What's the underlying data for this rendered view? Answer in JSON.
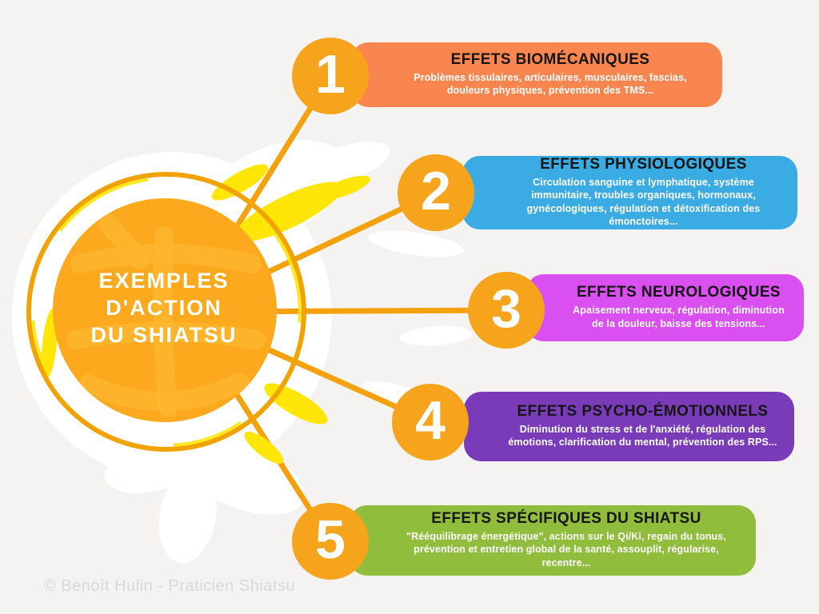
{
  "center": {
    "title_lines": [
      "EXEMPLES",
      "D'ACTION",
      "DU SHIATSU"
    ],
    "title_full": "EXEMPLES D'ACTION DU SHIATSU"
  },
  "items": [
    {
      "number": "1",
      "title": "EFFETS BIOMÉCANIQUES",
      "description": "Problèmes tissulaires, articulaires, musculaires, fascias, douleurs physiques, prévention des TMS...",
      "color": "#F9854F"
    },
    {
      "number": "2",
      "title": "EFFETS PHYSIOLOGIQUES",
      "description": "Circulation sanguine et lymphatique, système immunitaire, troubles organiques, hormonaux, gynécologiques, régulation et détoxification des émonctoires...",
      "color": "#3BACE3"
    },
    {
      "number": "3",
      "title": "EFFETS NEUROLOGIQUES",
      "description": "Apaisement nerveux, régulation, diminution de la douleur, baisse des tensions...",
      "color": "#D94FEF"
    },
    {
      "number": "4",
      "title": "EFFETS PSYCHO-ÉMOTIONNELS",
      "description": "Diminution du stress et de l'anxiété, régulation des émotions, clarification du mental, prévention des RPS...",
      "color": "#7A3BB8"
    },
    {
      "number": "5",
      "title": "EFFETS SPÉCIFIQUES DU SHIATSU",
      "description": "\"Rééquilibrage énergétique\", actions sur le Qi/Ki, regain du tonus, prévention et entretien global de la santé, assouplit, régularise, recentre...",
      "color": "#90BD3B"
    }
  ],
  "footer": {
    "copyright": "© Benoît Hulin - Praticien Shiatsu"
  },
  "colors": {
    "background": "#F4F3F1",
    "accent_orange": "#F7A41D",
    "line_orange": "#F3A20D",
    "ring_orange": "#F2A202",
    "disc_orange": "#FCA91E",
    "disc_stroke_light": "#FDB72E",
    "splash_yellow": "#FFE606",
    "title_black": "#151515",
    "desc_white": "#FFFFFF",
    "copyright_gray": "#DAD8D5"
  }
}
